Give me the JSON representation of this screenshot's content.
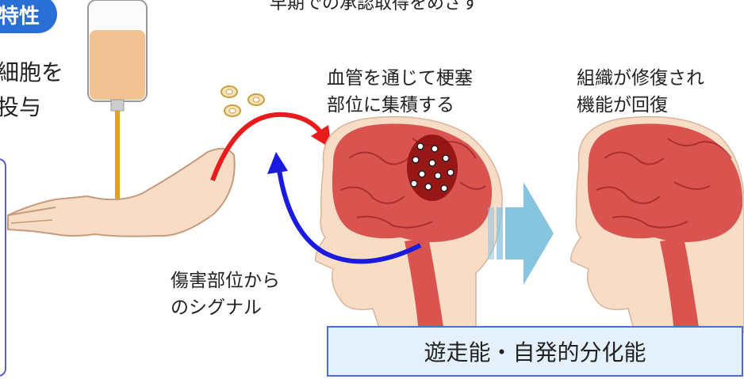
{
  "header": {
    "title": "早期での承認取得をめざす"
  },
  "badge": {
    "label": "特性"
  },
  "left_text": {
    "line1": "細胞を",
    "line2": "投与"
  },
  "labels": {
    "accumulate_line1": "血管を通じて梗塞",
    "accumulate_line2": "部位に集積する",
    "recover_line1": "組織が修復され",
    "recover_line2": "機能が回復",
    "signal_line1": "傷害部位から",
    "signal_line2": "のシグナル"
  },
  "bottom_box": {
    "label": "遊走能・自発的分化能"
  },
  "colors": {
    "red_arrow": "#e81c1c",
    "blue_arrow": "#1a1ae0",
    "brain": "#d9534f",
    "skin": "#f7dcc6",
    "process_arrow": "#86c4e0",
    "iv_fluid": "#f3c293",
    "tube": "#e0a020"
  },
  "icons": [
    "iv-bag-icon",
    "arm-icon",
    "cell-cluster-icon",
    "brain-head-icon"
  ]
}
